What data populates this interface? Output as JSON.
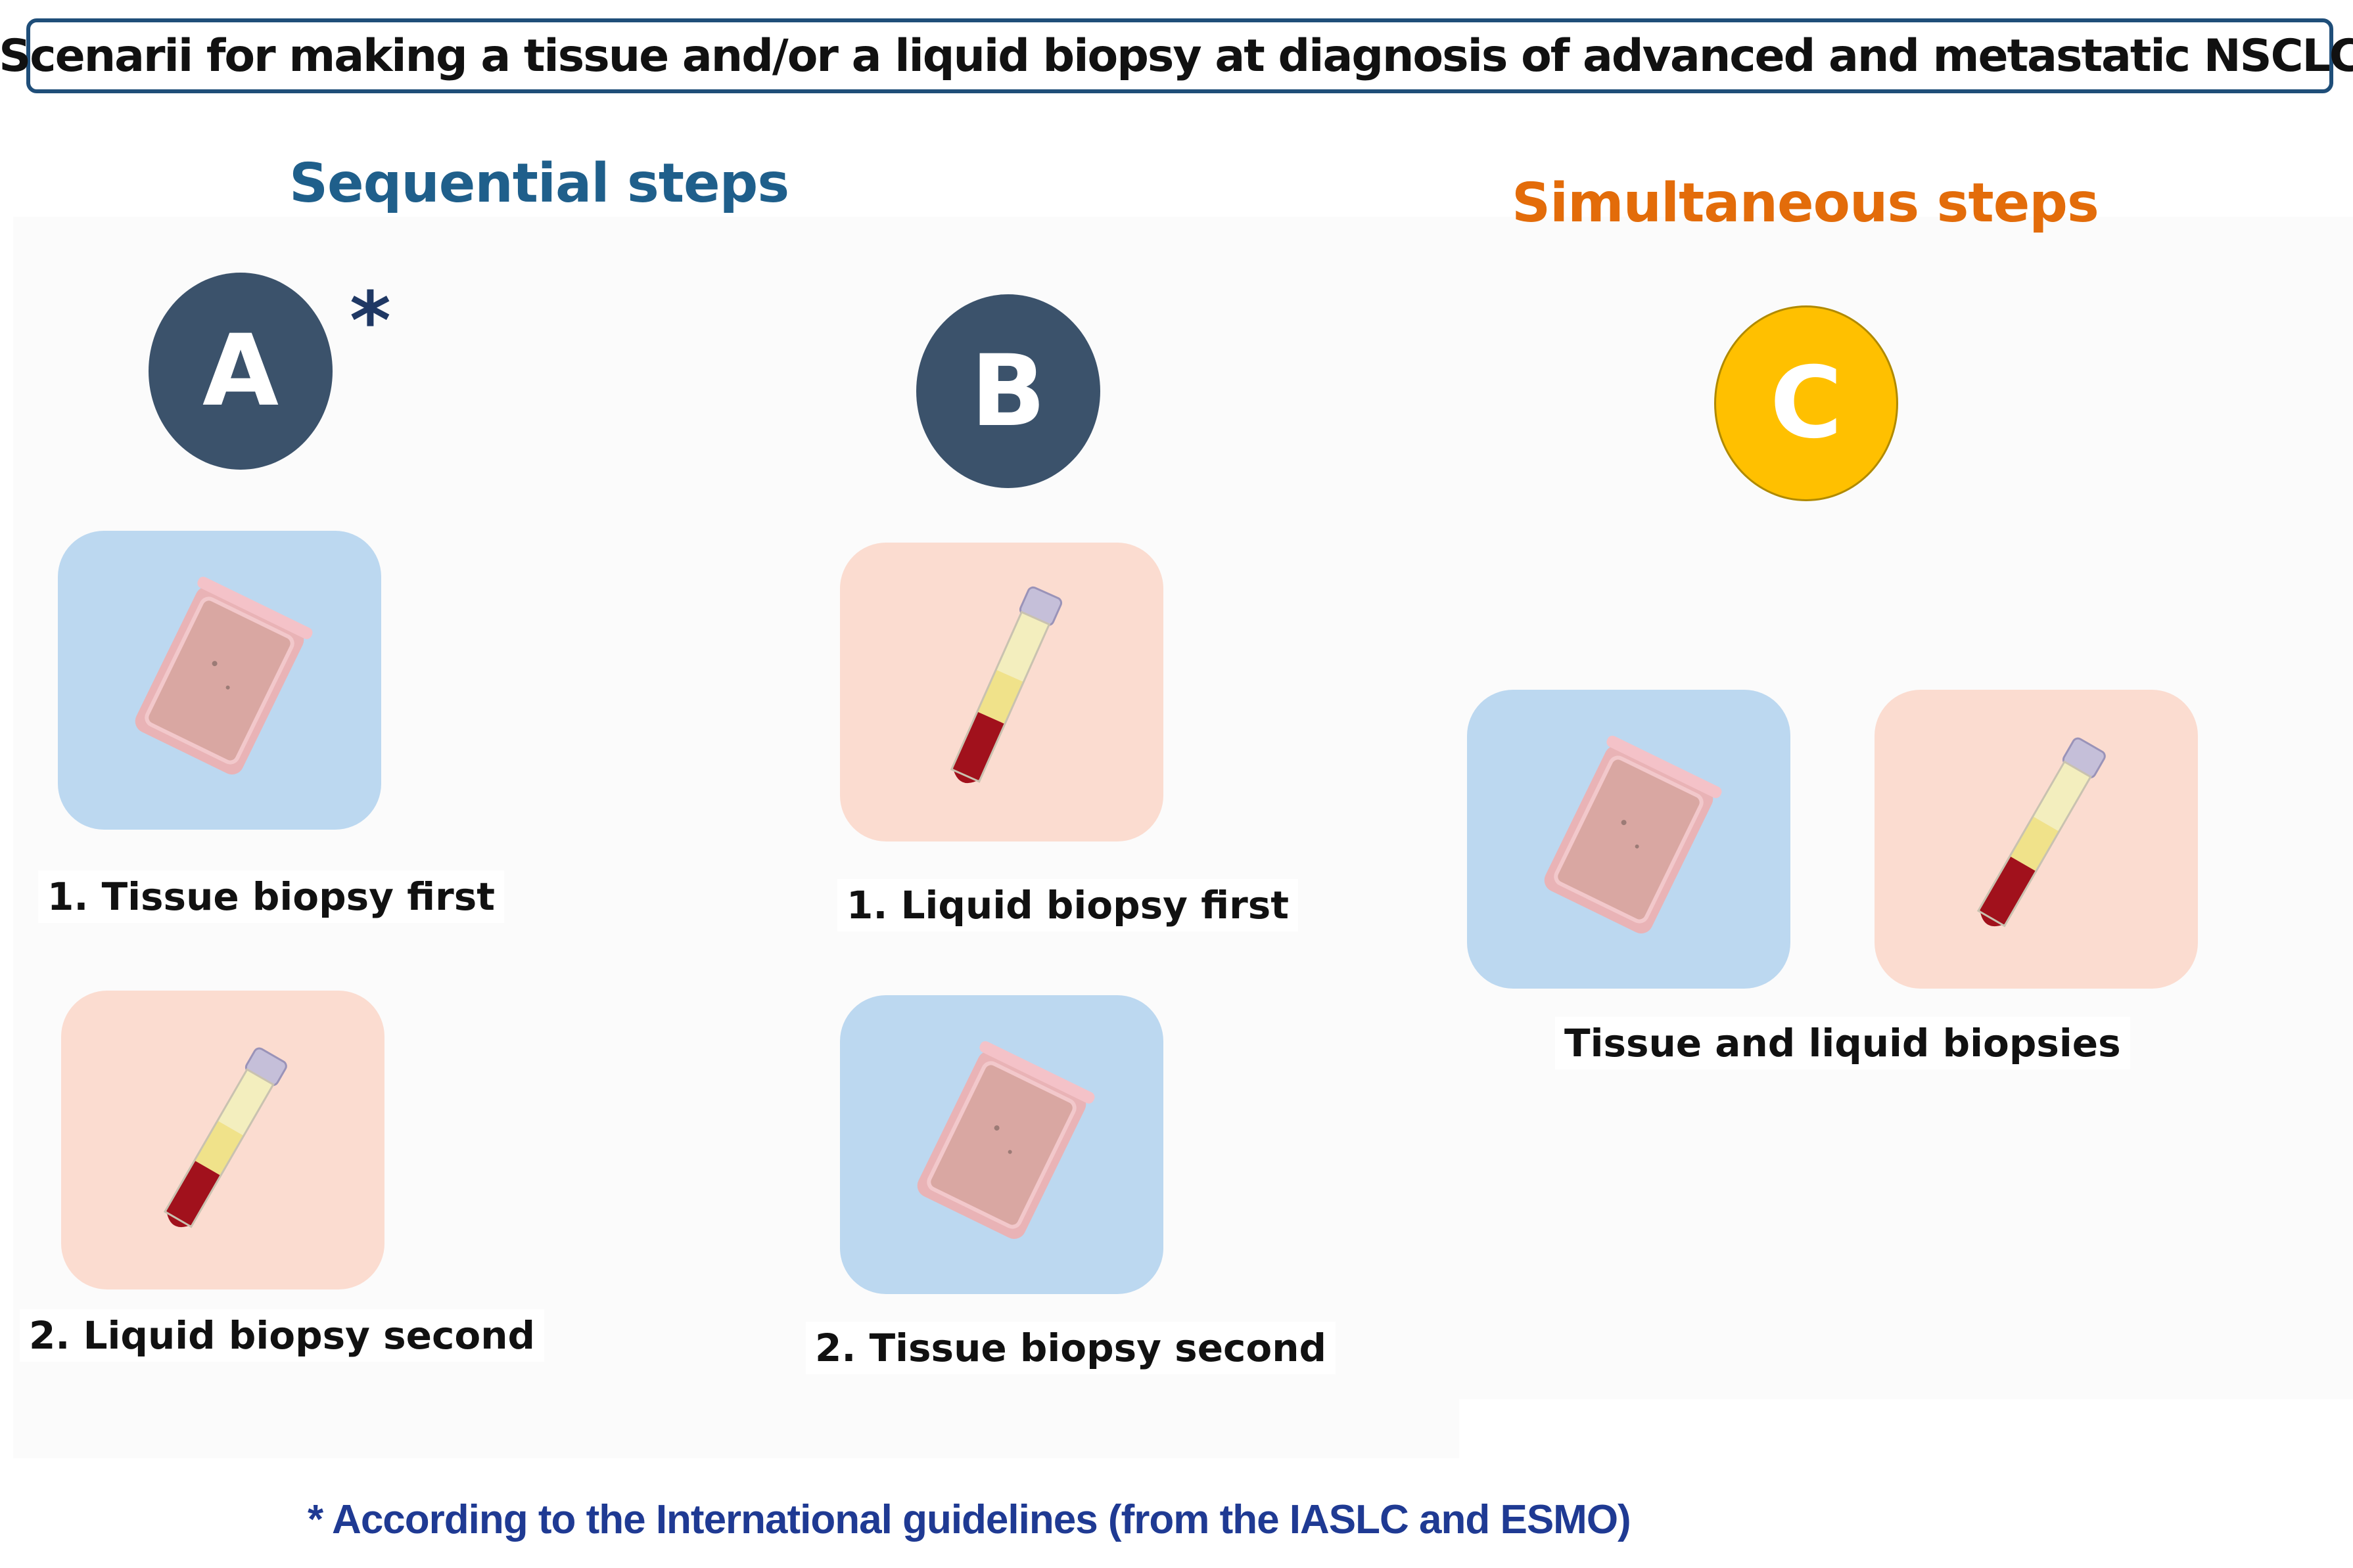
{
  "title": "Scenarii for making a tissue and/or a liquid biopsy at diagnosis of advanced and metastatic NSCLC",
  "sequential": {
    "heading": "Sequential steps",
    "A": {
      "letter": "A",
      "marker": "*",
      "step1": "1. Tissue biopsy first",
      "step2": "2. Liquid biopsy second"
    },
    "B": {
      "letter": "B",
      "step1": "1. Liquid biopsy first",
      "step2": "2. Tissue biopsy second"
    }
  },
  "simultaneous": {
    "heading": "Simultaneous steps",
    "C": {
      "letter": "C",
      "label": "Tissue and liquid biopsies"
    }
  },
  "footnote": "* According to the International guidelines (from the IASLC and ESMO)",
  "colors": {
    "title_border": "#1f4e79",
    "sequential_heading": "#1f5f8b",
    "simultaneous_heading": "#e36c0a",
    "circle_dark": "#3b526b",
    "circle_yellow": "#ffc000",
    "asterisk": "#1f3864",
    "tile_tissue": "#bcd8f0",
    "tile_liquid": "#fbdcd0",
    "footnote": "#1f3a93"
  },
  "icons": {
    "tissue": "tissue-cassette-icon",
    "liquid": "blood-tube-icon"
  }
}
